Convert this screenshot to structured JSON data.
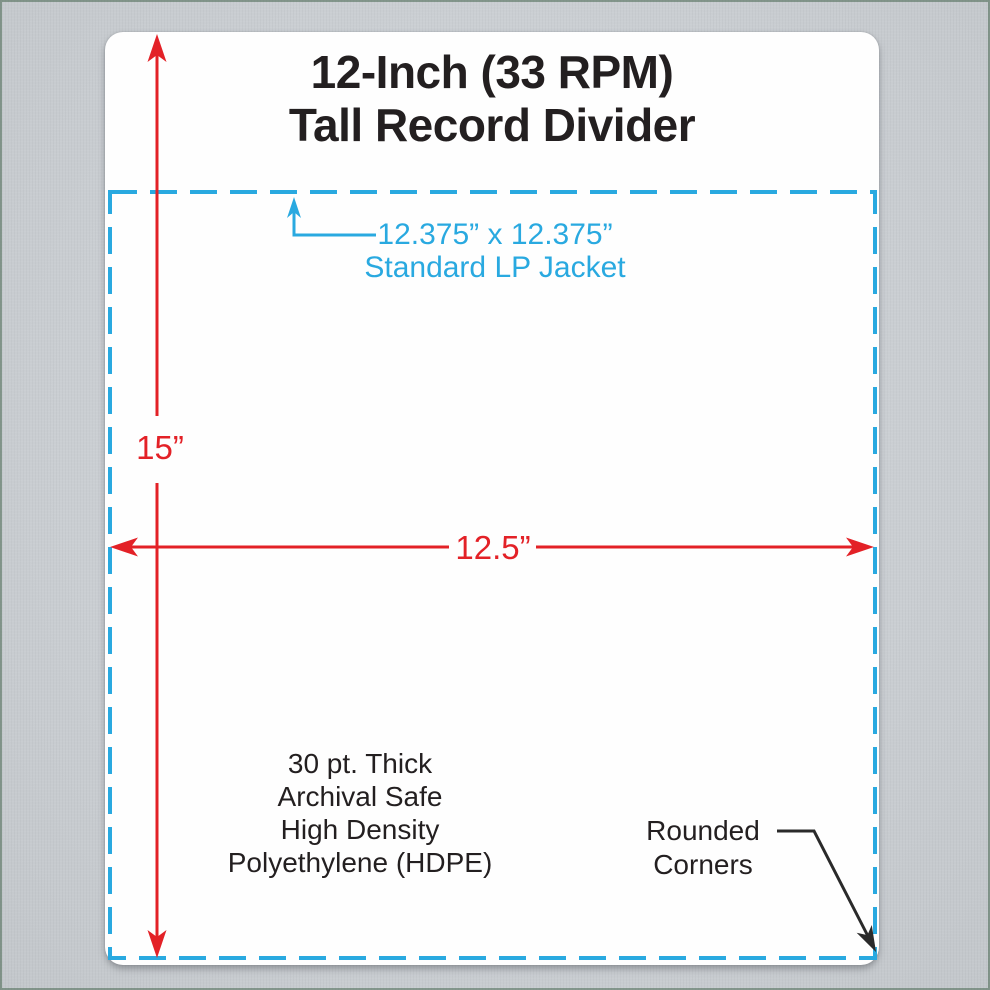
{
  "title": {
    "line1": "12-Inch (33 RPM)",
    "line2": "Tall Record Divider"
  },
  "jacket_callout": {
    "line1": "12.375” x 12.375”",
    "line2": "Standard LP Jacket"
  },
  "dimensions": {
    "height_label": "15”",
    "width_label": "12.5”"
  },
  "material_note": {
    "lines": [
      "30 pt. Thick",
      "Archival Safe",
      "High Density",
      "Polyethylene (HDPE)"
    ]
  },
  "corner_note": {
    "line1": "Rounded",
    "line2": "Corners"
  },
  "colors": {
    "dimension_red": "#e32127",
    "callout_blue": "#29a9e0",
    "leader_black": "#2a2a2a",
    "text_black": "#231f20",
    "card_white": "#fefefe",
    "background_gray": "#cbcfd3"
  }
}
